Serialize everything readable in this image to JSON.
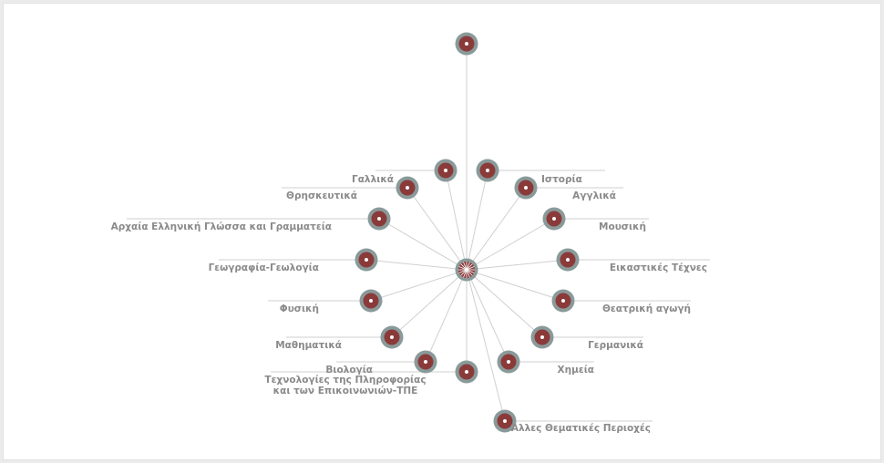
{
  "colors": {
    "background": "#ffffff",
    "edge": "#d0d0d0",
    "node_outer": "#8a9a9a",
    "node_inner": "#8b3a3a",
    "node_dot": "#ffffff",
    "label": "#8a8a8a",
    "label_underline": "#cfcfcf"
  },
  "diagram": {
    "type": "radial-network",
    "top_node": {
      "label": ""
    },
    "center_node": {
      "label": ""
    },
    "nodes": [
      {
        "id": "gallika",
        "label": "Γαλλικά"
      },
      {
        "id": "istoria",
        "label": "Ιστορία"
      },
      {
        "id": "thriskeftika",
        "label": "Θρησκευτικά"
      },
      {
        "id": "anglika",
        "label": "Αγγλικά"
      },
      {
        "id": "archaia",
        "label": "Αρχαία Ελληνική Γλώσσα και Γραμματεία"
      },
      {
        "id": "mousiki",
        "label": "Μουσική"
      },
      {
        "id": "geografia",
        "label": "Γεωγραφία-Γεωλογία"
      },
      {
        "id": "eikastikes",
        "label": "Εικαστικές Τέχνες"
      },
      {
        "id": "fysiki",
        "label": "Φυσική"
      },
      {
        "id": "theatriki",
        "label": "Θεατρική αγωγή"
      },
      {
        "id": "mathimatika",
        "label": "Μαθηματικά"
      },
      {
        "id": "germanika",
        "label": "Γερμανικά"
      },
      {
        "id": "viologia",
        "label": "Βιολογία"
      },
      {
        "id": "tpe",
        "label": "Τεχνολογίες της Πληροφορίας και των Επικοινωνιών-ΤΠΕ",
        "label_lines": [
          "Τεχνολογίες της Πληροφορίας",
          "και των Επικοινωνιών-ΤΠΕ"
        ]
      },
      {
        "id": "chimeia",
        "label": "Χημεία"
      },
      {
        "id": "alles",
        "label": "Άλλες Θεματικές Περιοχές"
      }
    ]
  }
}
